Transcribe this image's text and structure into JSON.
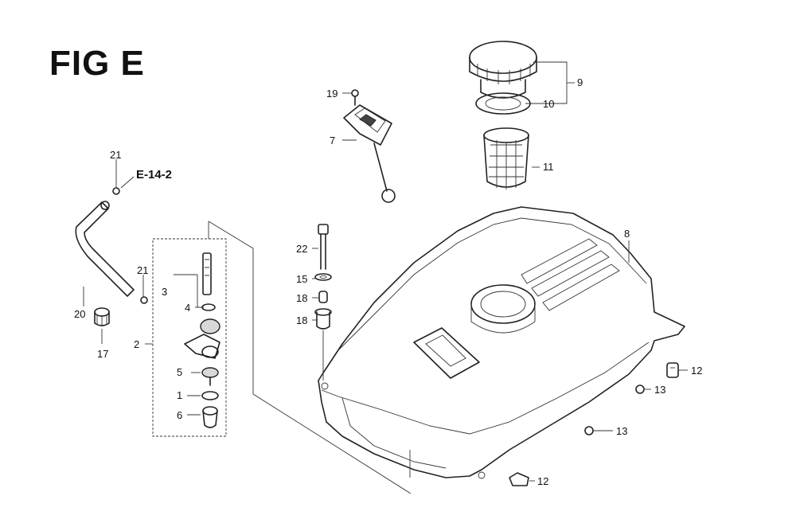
{
  "figure_title": "FIG E",
  "reference": "E-14-2",
  "callouts": [
    "1",
    "2",
    "3",
    "4",
    "5",
    "6",
    "7",
    "8",
    "9",
    "10",
    "11",
    "12",
    "13",
    "15",
    "17",
    "18",
    "19",
    "20",
    "21",
    "22"
  ]
}
